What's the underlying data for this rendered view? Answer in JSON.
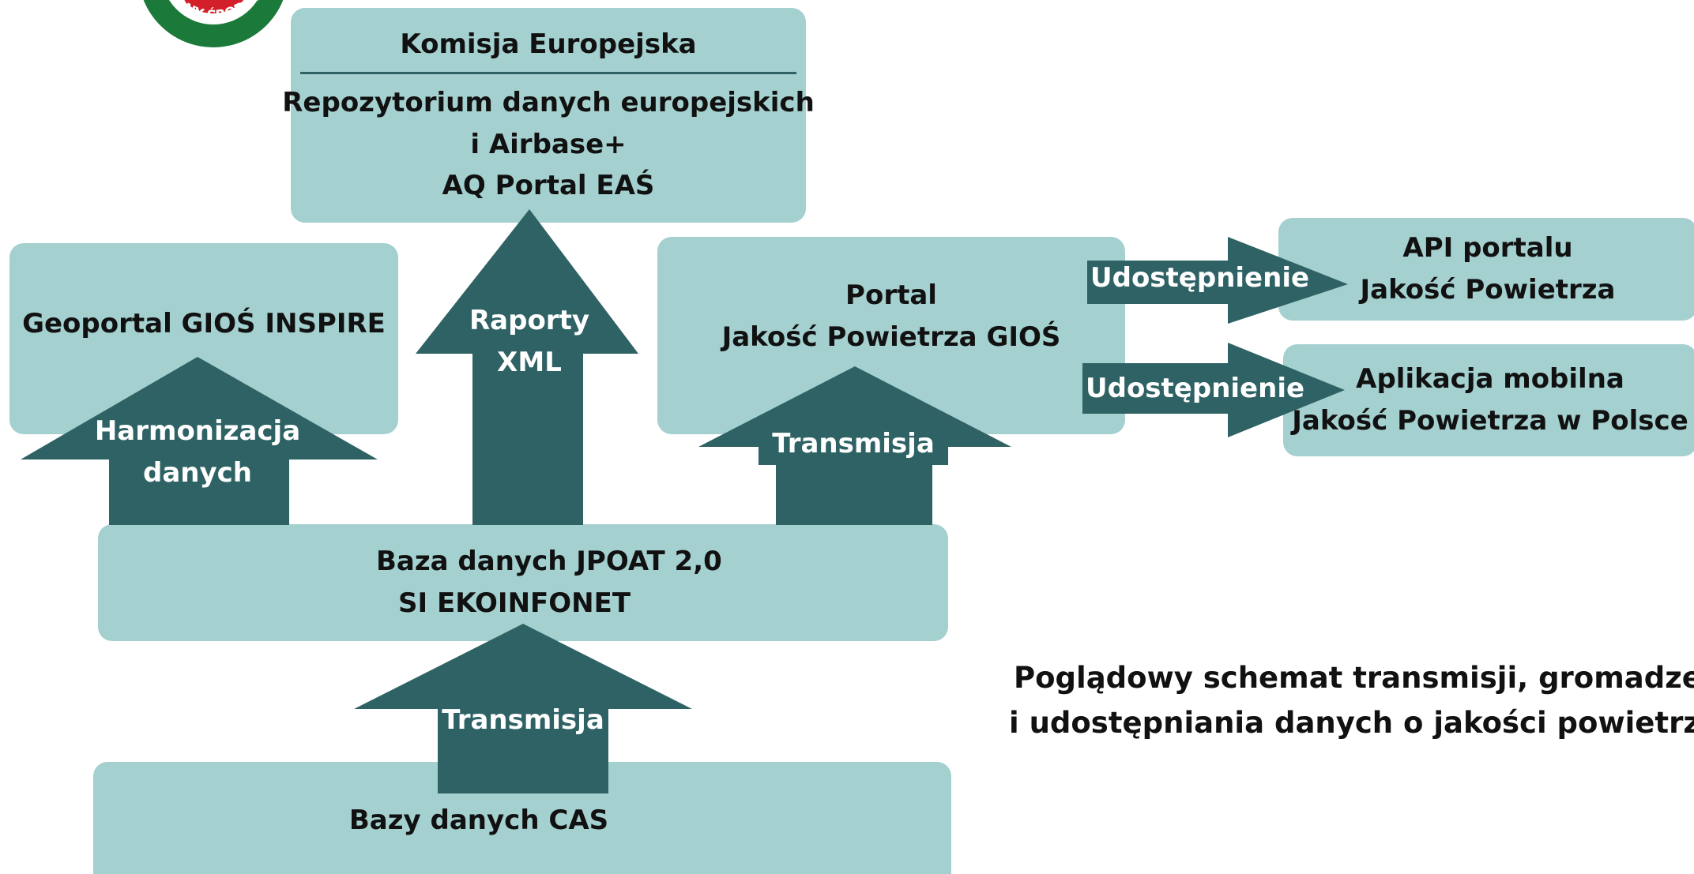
{
  "colors": {
    "box": "#a4d0cf",
    "arrow": "#2f6264",
    "text": "#111111",
    "arrow_text": "#ffffff",
    "logo_green": "#1b7a3a",
    "logo_red": "#d21f2a"
  },
  "logo": {
    "text": "RONY ŚRODOW"
  },
  "boxes": {
    "ke_title": "Komisja Europejska",
    "ke_lines": [
      "Repozytorium danych europejskich",
      "i Airbase+",
      "AQ Portal EAŚ"
    ],
    "geoportal": "Geoportal GIOŚ INSPIRE",
    "portal": [
      "Portal",
      "Jakość Powietrza GIOŚ"
    ],
    "api": [
      "API portalu",
      "Jakość Powietrza"
    ],
    "app": [
      "Aplikacja mobilna",
      "Jakość Powietrza w Polsce"
    ],
    "baza": [
      "Baza danych JPOAT 2,0",
      "SI EKOINFONET"
    ],
    "cas": "Bazy danych CAS"
  },
  "arrows": {
    "harmonizacja": [
      "Harmonizacja",
      "danych"
    ],
    "raporty": [
      "Raporty",
      "XML"
    ],
    "transmisja_portal": "Transmisja",
    "transmisja_cas": "Transmisja",
    "udostepnienie_api": "Udostępnienie",
    "udostepnienie_app": "Udostępnienie"
  },
  "caption": [
    "Poglądowy schemat transmisji, gromadzeni",
    "i udostępniania danych o jakości powietrza"
  ]
}
